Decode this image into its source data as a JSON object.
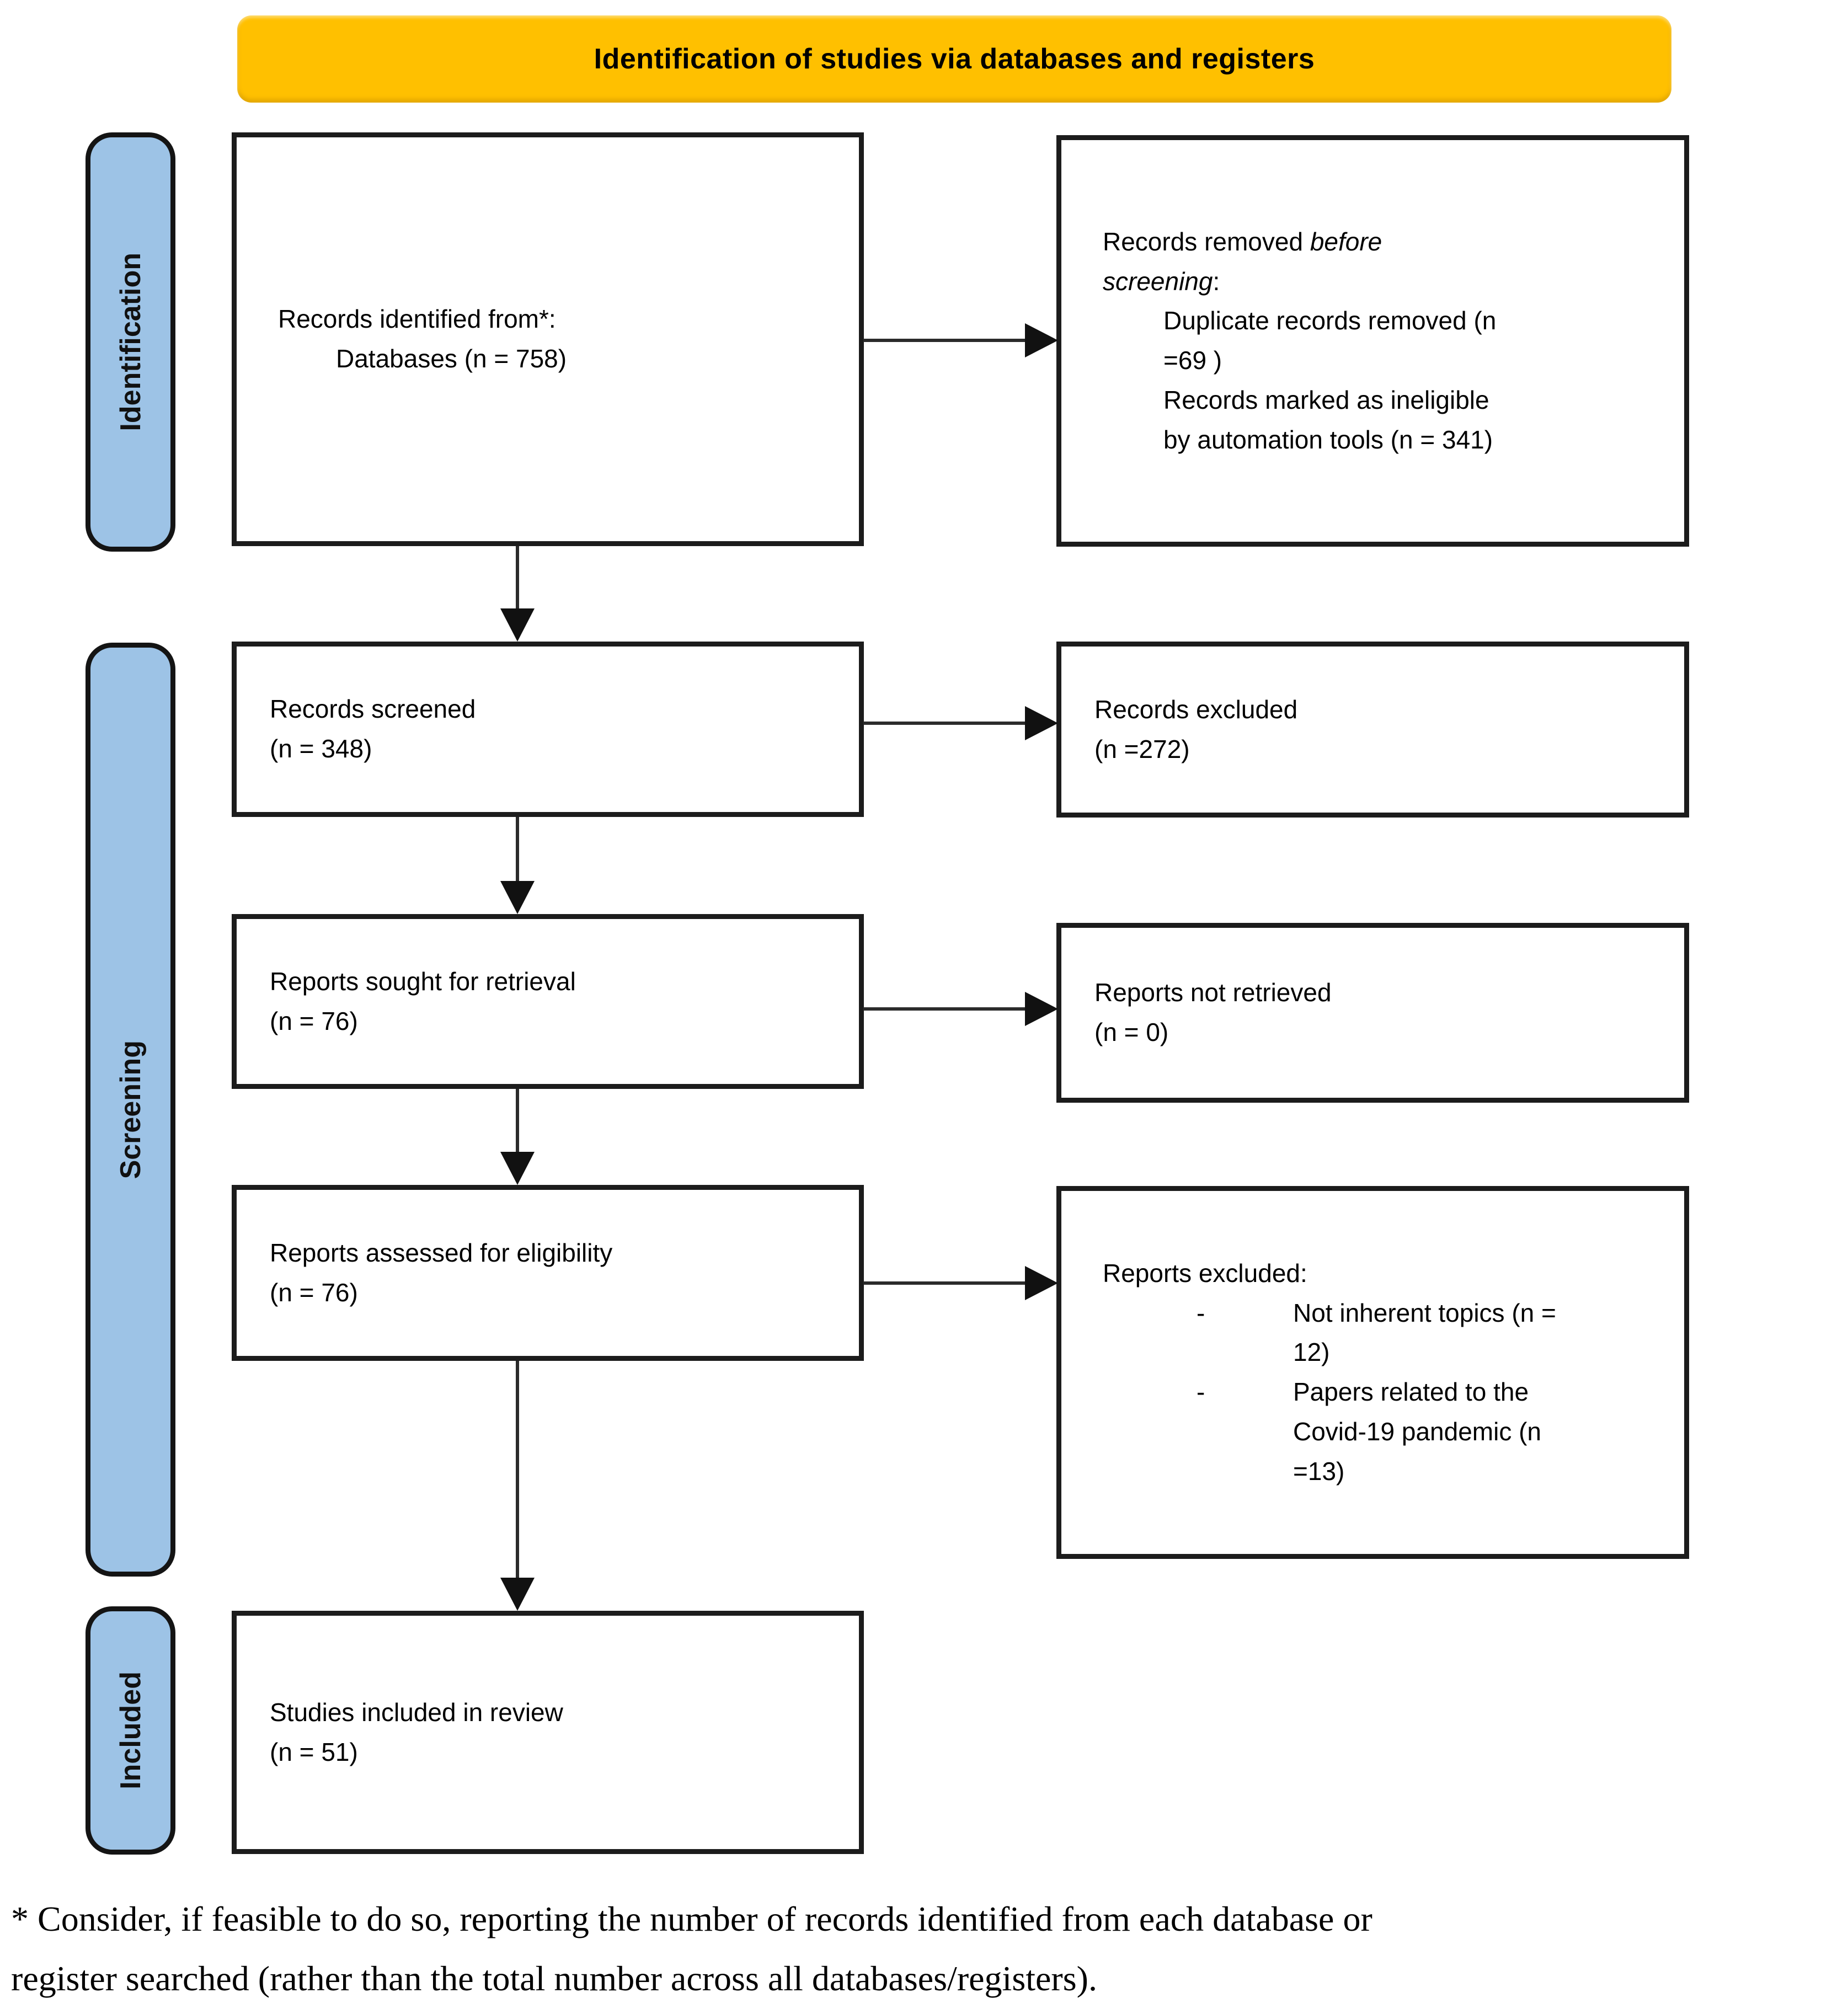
{
  "header": {
    "title": "Identification of studies via databases and registers"
  },
  "sidebar": {
    "identification": "Identification",
    "screening": "Screening",
    "included": "Included"
  },
  "boxes": {
    "identified": {
      "line1": "Records identified from*:",
      "line2": "Databases (n = 758)"
    },
    "removed_before_screening": {
      "intro_plain": "Records removed ",
      "intro_italic_line1": "before",
      "intro_italic_line2": "screening",
      "intro_colon": ":",
      "item1_line1": "Duplicate records removed (n",
      "item1_line2": "=69 )",
      "item2_line1": "Records marked as ineligible",
      "item2_line2": "by automation tools (n = 341)"
    },
    "screened": {
      "line1": "Records screened",
      "line2": "(n = 348)"
    },
    "records_excluded": {
      "line1": "Records excluded",
      "line2": "(n =272)"
    },
    "sought": {
      "line1": "Reports sought for retrieval",
      "line2": "(n = 76)"
    },
    "not_retrieved": {
      "line1": "Reports not retrieved",
      "line2": "(n = 0)"
    },
    "assessed": {
      "line1": "Reports assessed for eligibility",
      "line2": "(n = 76)"
    },
    "reports_excluded": {
      "title": "Reports excluded:",
      "bullet_glyph": "-",
      "item1_line1": "Not inherent topics (n =",
      "item1_line2": "12)",
      "item2_line1": "Papers related to the",
      "item2_line2": "Covid-19 pandemic (n",
      "item2_line3": "=13)"
    },
    "included_in_review": {
      "line1": "Studies included in review",
      "line2": "(n = 51)"
    }
  },
  "footnote": {
    "line1": "* Consider, if feasible to do so, reporting the number of records identified from each database or",
    "line2": "register searched (rather than the total number across all databases/registers)."
  },
  "colors": {
    "banner_yellow": "#FFC000",
    "sidebar_blue": "#9DC3E6",
    "border_black": "#1C1C1C"
  }
}
